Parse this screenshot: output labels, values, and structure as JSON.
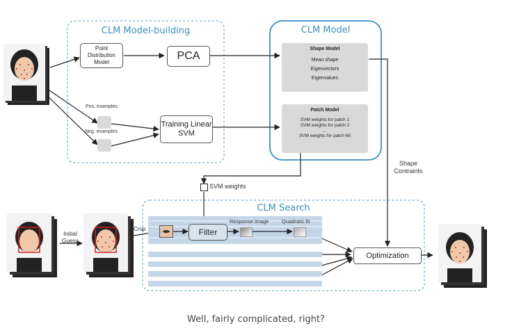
{
  "building": {
    "title": "CLM Model-building",
    "pdm": "Point Distribution Model",
    "pca": "PCA",
    "pos": "Pos. examples",
    "neg": "Neg. examples",
    "svm": "Training Linear SVM"
  },
  "model": {
    "title": "CLM Model",
    "shape_title": "Shape Model",
    "shape_items": [
      "Mean shape",
      "Eigenvectors",
      "Eigenvalues"
    ],
    "patch_title": "Patch Model",
    "patch_items": [
      "SVM weights for patch 1",
      "SVM weights for patch 2",
      "...",
      "SVM weights for patch 68"
    ]
  },
  "svm_weights": "SVM weights",
  "shape_constraints": "Shape Contraints",
  "search": {
    "title": "CLM Search",
    "crop": "Crop",
    "filter": "Filter",
    "response": "Response image",
    "quadratic": "Quadratic fit",
    "initial_guess": "Initial Guess",
    "optimization": "Optimization"
  },
  "caption": "Well, fairly complicated, right?"
}
